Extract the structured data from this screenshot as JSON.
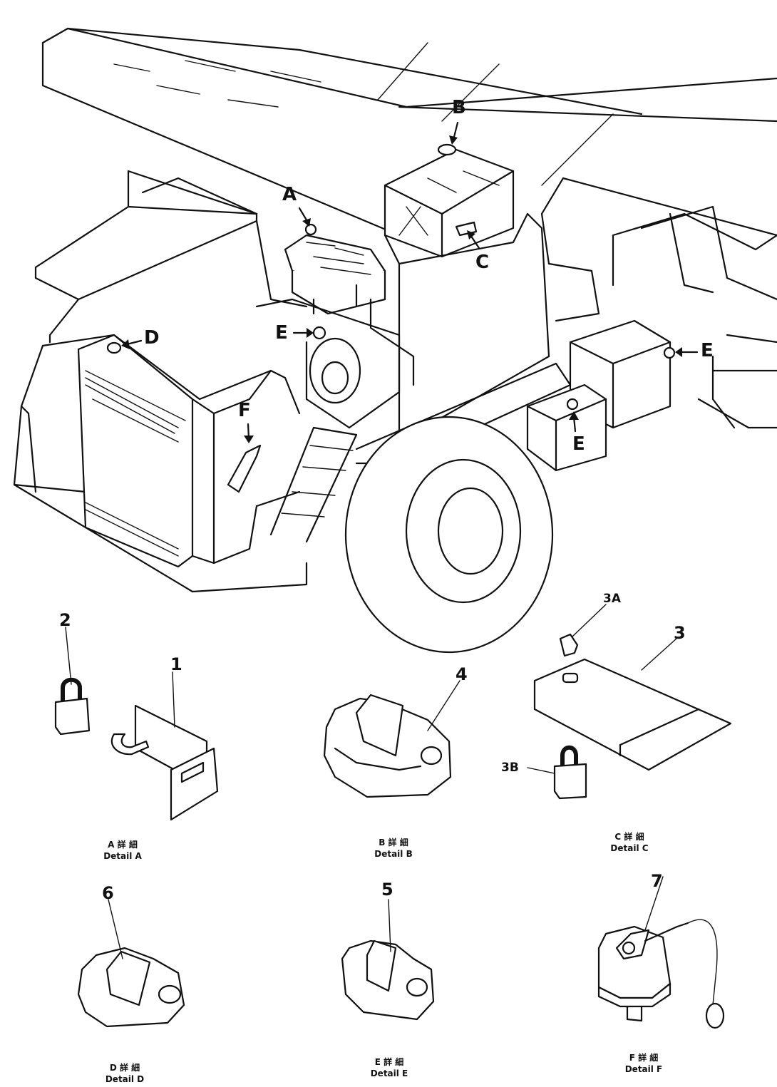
{
  "callouts": {
    "A": "A",
    "B": "B",
    "C": "C",
    "D": "D",
    "E1": "E",
    "E2": "E",
    "E3": "E",
    "F": "F"
  },
  "parts": {
    "p1": "1",
    "p2": "2",
    "p3": "3",
    "p3A": "3A",
    "p3B": "3B",
    "p4": "4",
    "p5": "5",
    "p6": "6",
    "p7": "7"
  },
  "details": {
    "A": {
      "jp": "A 詳 細",
      "en": "Detail  A"
    },
    "B": {
      "jp": "B 詳 細",
      "en": "Detail  B"
    },
    "C": {
      "jp": "C 詳 細",
      "en": "Detail  C"
    },
    "D": {
      "jp": "D 詳 細",
      "en": "Detail  D"
    },
    "E": {
      "jp": "E 詳 細",
      "en": "Detail  E"
    },
    "F": {
      "jp": "F 詳 細",
      "en": "Detail  F"
    }
  }
}
